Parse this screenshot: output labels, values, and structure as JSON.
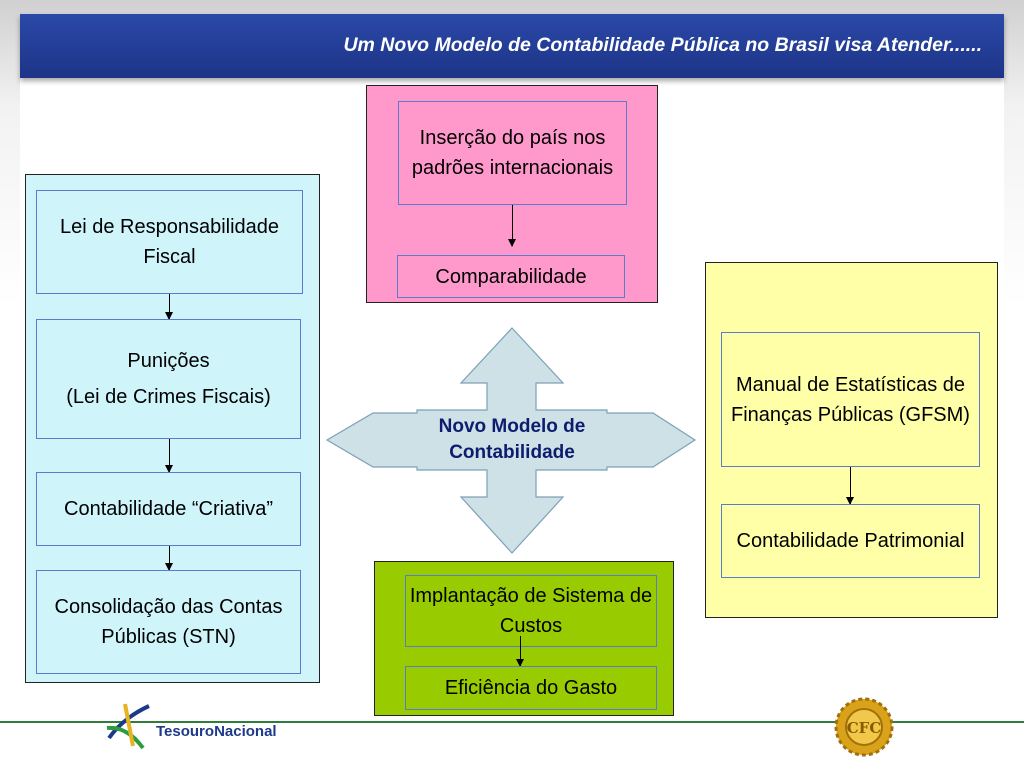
{
  "header": {
    "title": "Um Novo Modelo de Contabilidade Pública no Brasil visa Atender......"
  },
  "left_panel": {
    "boxes": [
      {
        "lines": [
          "Lei de Responsabilidade Fiscal"
        ]
      },
      {
        "lines": [
          "Punições",
          "(Lei de Crimes Fiscais)"
        ]
      },
      {
        "lines": [
          "Contabilidade “Criativa”"
        ]
      },
      {
        "lines": [
          "Consolidação das Contas Públicas (STN)"
        ]
      }
    ]
  },
  "top_panel": {
    "boxes": [
      "Inserção do país nos padrões internacionais",
      "Comparabilidade"
    ]
  },
  "right_panel": {
    "boxes": [
      "Manual de Estatísticas de Finanças Públicas (GFSM)",
      "Contabilidade Patrimonial"
    ]
  },
  "bottom_panel": {
    "boxes": [
      "Implantação de Sistema de Custos",
      "Eficiência do Gasto"
    ]
  },
  "center": {
    "label": "Novo Modelo de Contabilidade"
  },
  "footer": {
    "logo_left": {
      "word1": "Tesouro",
      "word2": "Nacional"
    },
    "logo_right": "CFC"
  },
  "colors": {
    "title_bar": "#2344a0",
    "left_panel": "#cff5fb",
    "top_panel": "#ff99cc",
    "right_panel": "#ffffa8",
    "bottom_panel": "#99cc00",
    "center_arrows": "#cde1e6"
  }
}
